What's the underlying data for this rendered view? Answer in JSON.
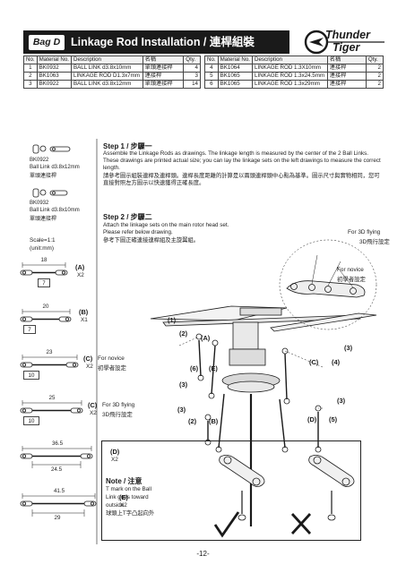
{
  "header": {
    "bag": "Bag D",
    "title": "Linkage Rod Installation / 連桿組裝",
    "brand_line1": "Thunder",
    "brand_line2": "Tiger"
  },
  "parts_table": {
    "columns": [
      "No.",
      "Material No.",
      "Description",
      "名稱",
      "Qty."
    ],
    "left_rows": [
      [
        "1",
        "BK0932",
        "BALL LINK d3.8x10mm",
        "單頭連接桿",
        "4"
      ],
      [
        "2",
        "BK1063",
        "LINKAGE ROD  D1.3x7mm",
        "連接桿",
        "3"
      ],
      [
        "3",
        "BK0922",
        "BALL LINK d3.8x12mm",
        "單頭連接桿",
        "14"
      ]
    ],
    "right_rows": [
      [
        "4",
        "BK1064",
        "LINKAGE ROD 1.3X10mm",
        "連接桿",
        "2"
      ],
      [
        "5",
        "BK1065",
        "LINKAGE ROD 1.3x24.5mm",
        "連接桿",
        "2"
      ],
      [
        "6",
        "BK1065",
        "LINKAGE ROD 1.3x29mm",
        "連接桿",
        "2"
      ]
    ]
  },
  "left_parts": {
    "part1_no": "BK0922",
    "part1_desc": "Ball Link d3.8x12mm",
    "part1_cn": "單頭連接桿",
    "part2_no": "BK0932",
    "part2_desc": "Ball Link d3.8x10mm",
    "part2_cn": "單頭連接桿",
    "scale": "Scale=1:1",
    "unit": "(unit:mm)"
  },
  "step1": {
    "title": "Step 1 / 步驟一",
    "text_en": "Assemble the Linkage Rods as drawings. The linkage length is measured by the center of the 2 Ball Links. These drawings are printed actual size; you can lay the linkage sets on the left drawings to measure the correct length.",
    "text_cn": "請參考圖示組裝連桿及連桿頭。連桿長度距離的計算是以兩頭連桿頭中心點為基準。圖示尺寸與實物相同，您可直接對照左方圖示以快速獲得正確長度。"
  },
  "step2": {
    "title": "Step 2 / 步驟二",
    "text_en_1": "Attach the linkage sets on the main rotor head set.",
    "text_en_2": "Please refer below drawing.",
    "text_cn": "參考下圖正確連接連桿組及主旋翼組。"
  },
  "rods": [
    {
      "length": "18",
      "letter": "(A)",
      "qty": "X2",
      "inner": "7",
      "note_en": "",
      "note_cn": ""
    },
    {
      "length": "20",
      "letter": "(B)",
      "qty": "X1",
      "inner": "7",
      "note_en": "",
      "note_cn": ""
    },
    {
      "length": "23",
      "letter": "(C)",
      "qty": "X2",
      "inner": "10",
      "note_en": "For novice",
      "note_cn": "初學者設定"
    },
    {
      "length": "25",
      "letter": "(C)",
      "qty": "X2",
      "inner": "10",
      "note_en": "For 3D flying",
      "note_cn": "3D飛行設定"
    },
    {
      "length": "36.5",
      "letter": "(D)",
      "qty": "X2",
      "inner": "24.5",
      "note_en": "",
      "note_cn": ""
    },
    {
      "length": "41.5",
      "letter": "(E)",
      "qty": "X2",
      "inner": "29",
      "note_en": "",
      "note_cn": ""
    }
  ],
  "callouts": {
    "for_3d_en": "For 3D flying",
    "for_3d_cn": "3D飛行設定",
    "for_novice_en": "For novice",
    "for_novice_cn": "初學者設定",
    "labels": [
      "(1)",
      "(2)",
      "(A)",
      "(6)",
      "(E)",
      "(3)",
      "(3)",
      "(2)",
      "(B)",
      "(C)",
      "(4)",
      "(3)",
      "(3)",
      "(D)",
      "(5)"
    ]
  },
  "note": {
    "title": "Note / 注意",
    "line1": "T mark on the Ball",
    "line2": "Link goes toward",
    "line3": "outside.",
    "line4": "球頭上T字凸起向外"
  },
  "page": "-12-"
}
